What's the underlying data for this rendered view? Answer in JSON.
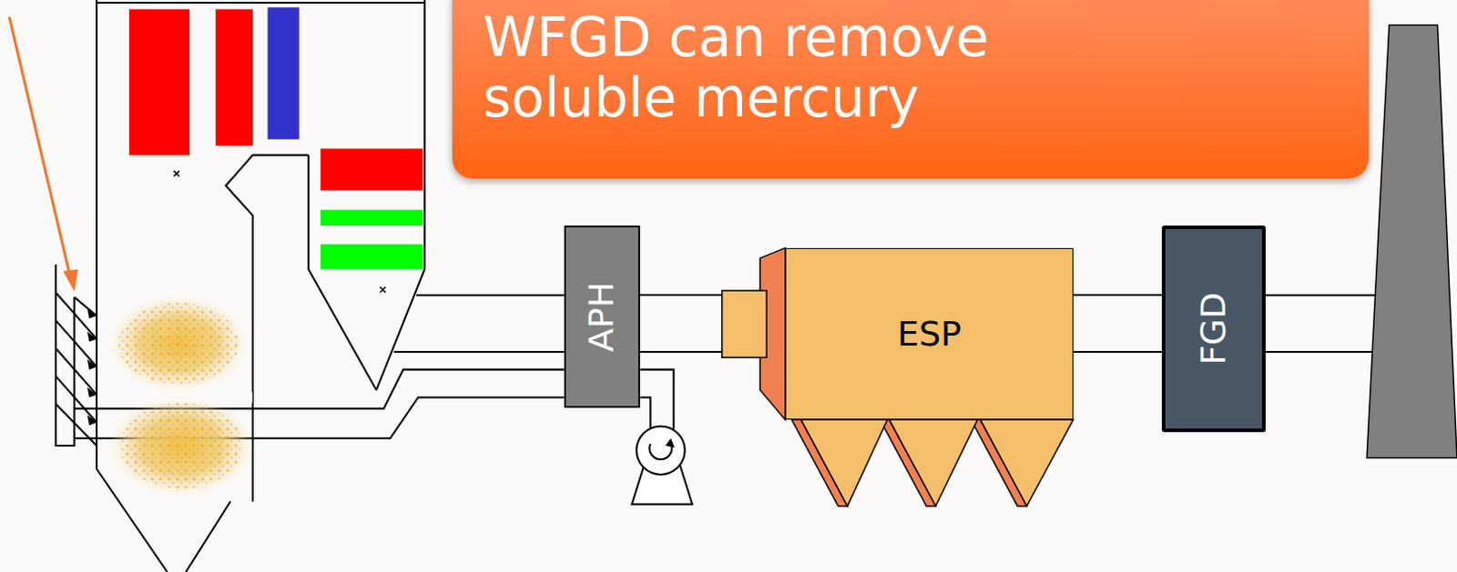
{
  "diagram": {
    "nodes": [
      {
        "text": [
          "WFGD can remove soluble mercury"
        ]
      },
      {
        "text": [
          "APH"
        ]
      },
      {
        "text": [
          "ESP"
        ]
      },
      {
        "text": [
          "FGD"
        ]
      }
    ],
    "edges": [
      {
        "from": 1,
        "to": 2,
        "arrow": "none"
      },
      {
        "from": 2,
        "to": 3,
        "arrow": "none"
      }
    ]
  }
}
